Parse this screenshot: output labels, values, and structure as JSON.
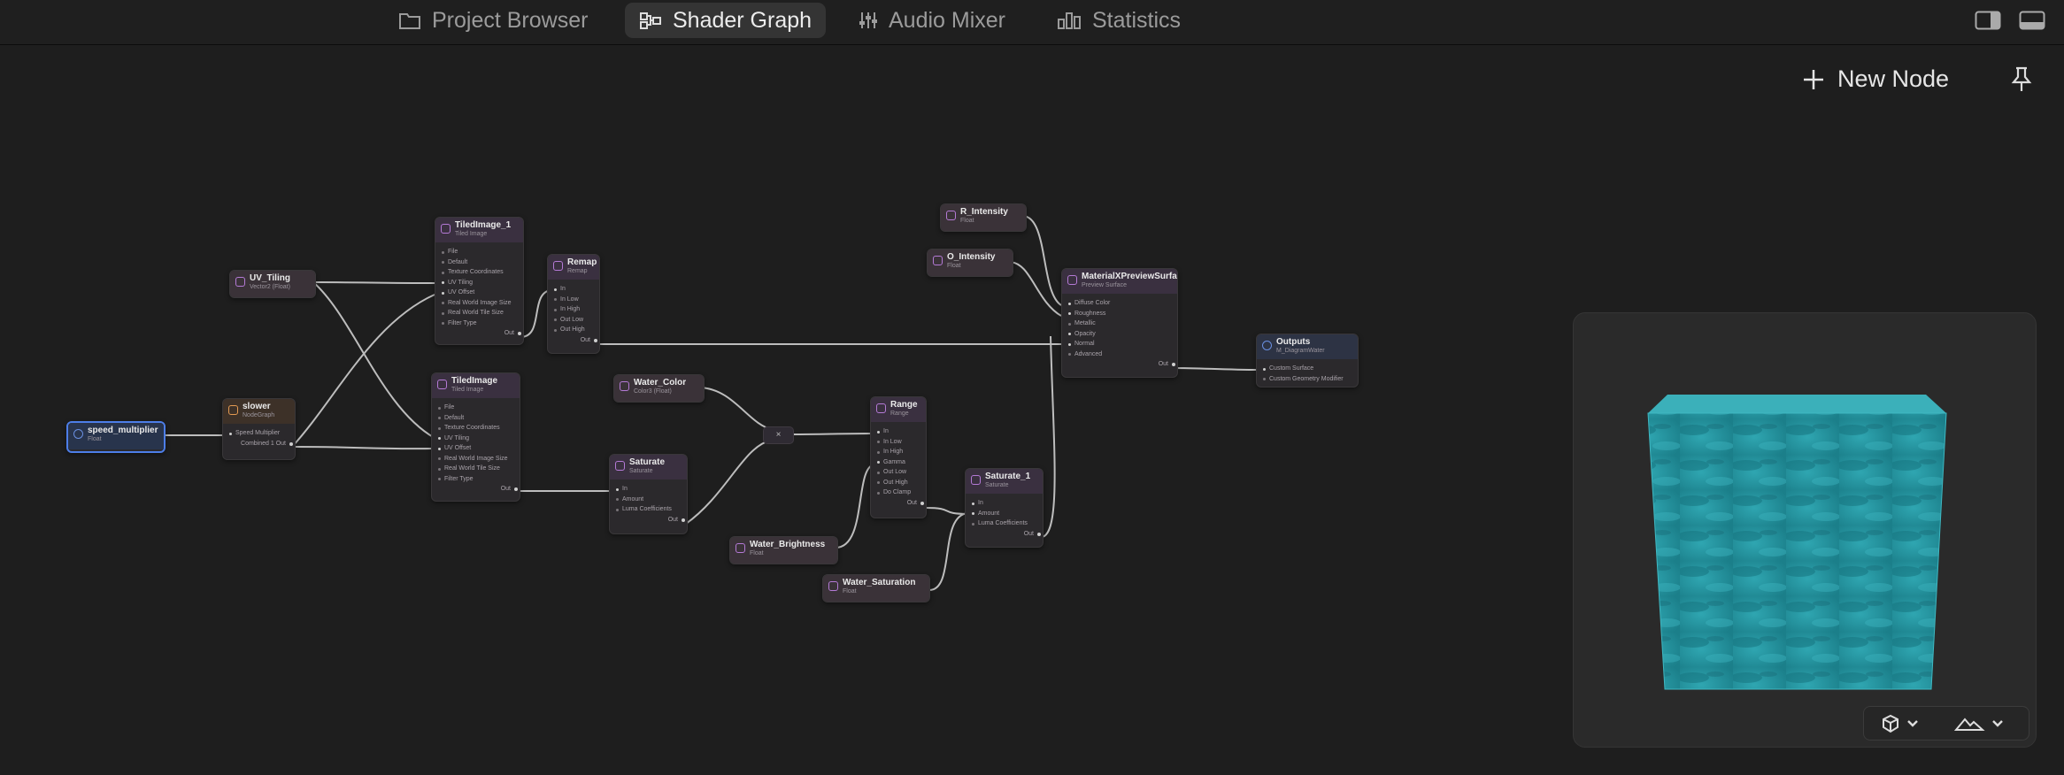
{
  "tabs": [
    {
      "label": "Project Browser",
      "icon": "folder-icon",
      "active": false
    },
    {
      "label": "Shader Graph",
      "icon": "node-graph-icon",
      "active": true
    },
    {
      "label": "Audio Mixer",
      "icon": "sliders-icon",
      "active": false
    },
    {
      "label": "Statistics",
      "icon": "bar-chart-icon",
      "active": false
    }
  ],
  "canvas": {
    "new_node_label": "New Node"
  },
  "nodes": {
    "speed_multiplier": {
      "title": "speed_multiplier",
      "sub": "Float"
    },
    "slower": {
      "title": "slower",
      "sub": "NodeGraph",
      "rows": [
        "Speed Multiplier"
      ],
      "out": "Combined 1 Out"
    },
    "uv_tiling": {
      "title": "UV_Tiling",
      "sub": "Vector2 (Float)"
    },
    "tiledimage_1": {
      "title": "TiledImage_1",
      "sub": "Tiled Image",
      "rows": [
        "File",
        "Default",
        "Texture Coordinates",
        "UV Tiling",
        "UV Offset",
        "Real World Image Size",
        "Real World Tile Size",
        "Filter Type"
      ],
      "out": "Out"
    },
    "tiledimage": {
      "title": "TiledImage",
      "sub": "Tiled Image",
      "rows": [
        "File",
        "Default",
        "Texture Coordinates",
        "UV Tiling",
        "UV Offset",
        "Real World Image Size",
        "Real World Tile Size",
        "Filter Type"
      ],
      "out": "Out"
    },
    "remap": {
      "title": "Remap",
      "sub": "Remap",
      "rows": [
        "In",
        "In Low",
        "In High",
        "Out Low",
        "Out High"
      ],
      "out": "Out"
    },
    "water_color": {
      "title": "Water_Color",
      "sub": "Color3 (Float)"
    },
    "multiply": {
      "label": "×"
    },
    "saturate": {
      "title": "Saturate",
      "sub": "Saturate",
      "rows": [
        "In",
        "Amount",
        "Luma Coefficients"
      ],
      "out": "Out"
    },
    "range": {
      "title": "Range",
      "sub": "Range",
      "rows": [
        "In",
        "In Low",
        "In High",
        "Gamma",
        "Out Low",
        "Out High",
        "Do Clamp"
      ],
      "out": "Out"
    },
    "water_brightness": {
      "title": "Water_Brightness",
      "sub": "Float"
    },
    "water_saturation": {
      "title": "Water_Saturation",
      "sub": "Float"
    },
    "saturate_1": {
      "title": "Saturate_1",
      "sub": "Saturate",
      "rows": [
        "In",
        "Amount",
        "Luma Coefficients"
      ],
      "out": "Out"
    },
    "r_intensity": {
      "title": "R_Intensity",
      "sub": "Float"
    },
    "o_intensity": {
      "title": "O_Intensity",
      "sub": "Float"
    },
    "material": {
      "title": "MaterialXPreviewSurface",
      "sub": "Preview Surface",
      "rows": [
        "Diffuse Color",
        "Roughness",
        "Metallic",
        "Opacity",
        "Normal",
        "Advanced"
      ],
      "out": "Out"
    },
    "outputs": {
      "title": "Outputs",
      "sub": "M_DiagramWater",
      "rows": [
        "Custom Surface",
        "Custom Geometry Modifier"
      ]
    }
  },
  "colors": {
    "background": "#1e1e1e",
    "accent": "#4d7ee8",
    "node_icon": "#b47ad6",
    "water": "#2a9aa5"
  }
}
